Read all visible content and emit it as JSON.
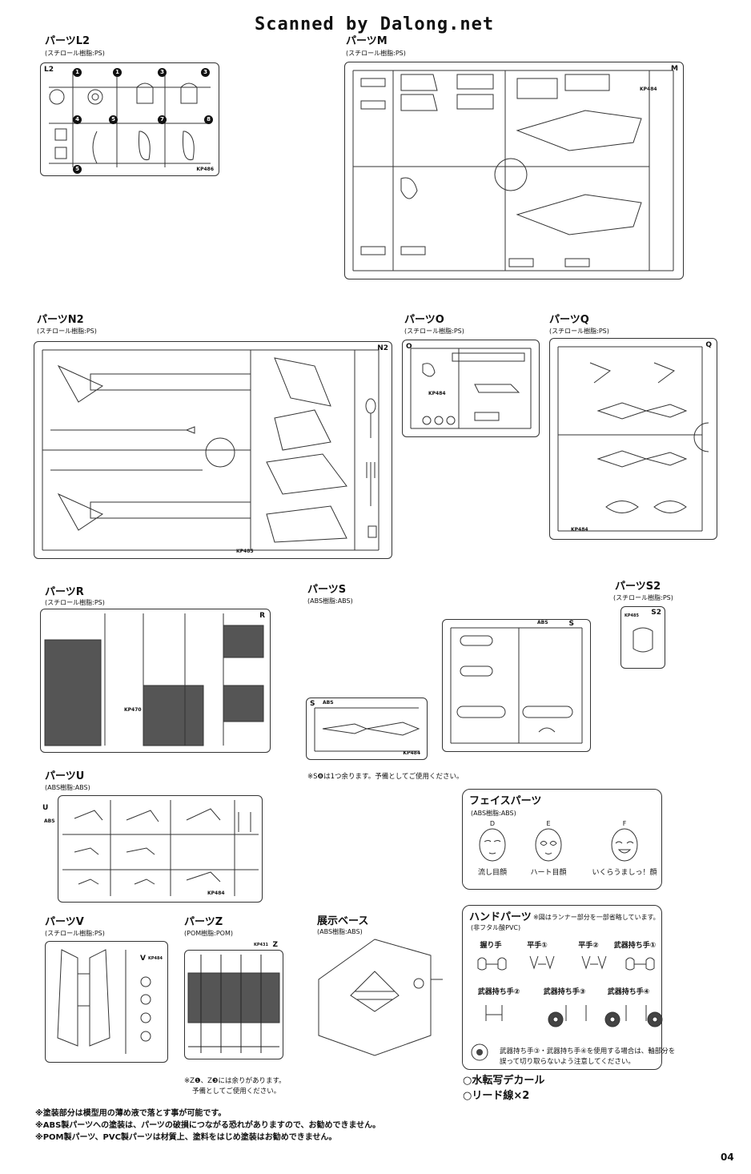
{
  "watermark": "Scanned by Dalong.net",
  "page_number": "04",
  "sprues": {
    "L2": {
      "title": "パーツL2",
      "material": "(スチロール樹脂:PS)",
      "tag": "L2",
      "code": "KP486"
    },
    "M": {
      "title": "パーツM",
      "material": "(スチロール樹脂:PS)",
      "tag": "M",
      "code": "KP484"
    },
    "N2": {
      "title": "パーツN2",
      "material": "(スチロール樹脂:PS)",
      "tag": "N2",
      "code": "KP485"
    },
    "O": {
      "title": "パーツO",
      "material": "(スチロール樹脂:PS)",
      "tag": "O",
      "code": "KP484"
    },
    "Q": {
      "title": "パーツQ",
      "material": "(スチロール樹脂:PS)",
      "tag": "Q",
      "code": "KP484"
    },
    "R": {
      "title": "パーツR",
      "material": "(スチロール樹脂:PS)",
      "tag": "R",
      "code": "KP470"
    },
    "S": {
      "title": "パーツS",
      "material": "(ABS樹脂:ABS)",
      "tag": "S",
      "tag_abs": "ABS",
      "code": "KP484"
    },
    "S2": {
      "title": "パーツS2",
      "material": "(スチロール樹脂:PS)",
      "tag": "S2",
      "code": "KP485"
    },
    "U": {
      "title": "パーツU",
      "material": "(ABS樹脂:ABS)",
      "tag": "U",
      "tag_abs": "ABS",
      "code": "KP484"
    },
    "V": {
      "title": "パーツV",
      "material": "(スチロール樹脂:PS)",
      "tag": "V",
      "code": "KP484"
    },
    "Z": {
      "title": "パーツZ",
      "material": "(POM樹脂:POM)",
      "tag": "Z",
      "code": "KP431"
    },
    "base": {
      "title": "展示ベース",
      "material": "(ABS樹脂:ABS)"
    }
  },
  "s_note": "※S❽は1つ余ります。予備としてご使用ください。",
  "z_note_1": "※Z❶、Z❸には余りがあります。",
  "z_note_2": "予備としてご使用ください。",
  "face_parts": {
    "title": "フェイスパーツ",
    "material": "(ABS樹脂:ABS)",
    "items": [
      {
        "tag": "D",
        "label": "流し目顔"
      },
      {
        "tag": "E",
        "label": "ハート目顔"
      },
      {
        "tag": "F",
        "label": "いくらうましっ！顔"
      }
    ]
  },
  "hand_parts": {
    "title": "ハンドパーツ",
    "note": "※図はランナー部分を一部省略しています。",
    "material": "(非フタル酸PVC)",
    "row1": [
      "握り手",
      "平手①",
      "平手②",
      "武器持ち手①"
    ],
    "row2": [
      "武器持ち手②",
      "武器持ち手③",
      "武器持ち手④"
    ],
    "warning_1": "武器持ち手③・武器持ち手④を使用する場合は、軸部分を",
    "warning_2": "誤って切り取らないよう注意してください。"
  },
  "extras": [
    "○水転写デカール",
    "○リード線×2"
  ],
  "footnotes": [
    "※塗装部分は模型用の薄め液で落とす事が可能です。",
    "※ABS製パーツへの塗装は、パーツの破損につながる恐れがありますので、お勧めできません。",
    "※POM製パーツ、PVC製パーツは材質上、塗料をはじめ塗装はお勧めできません。"
  ]
}
